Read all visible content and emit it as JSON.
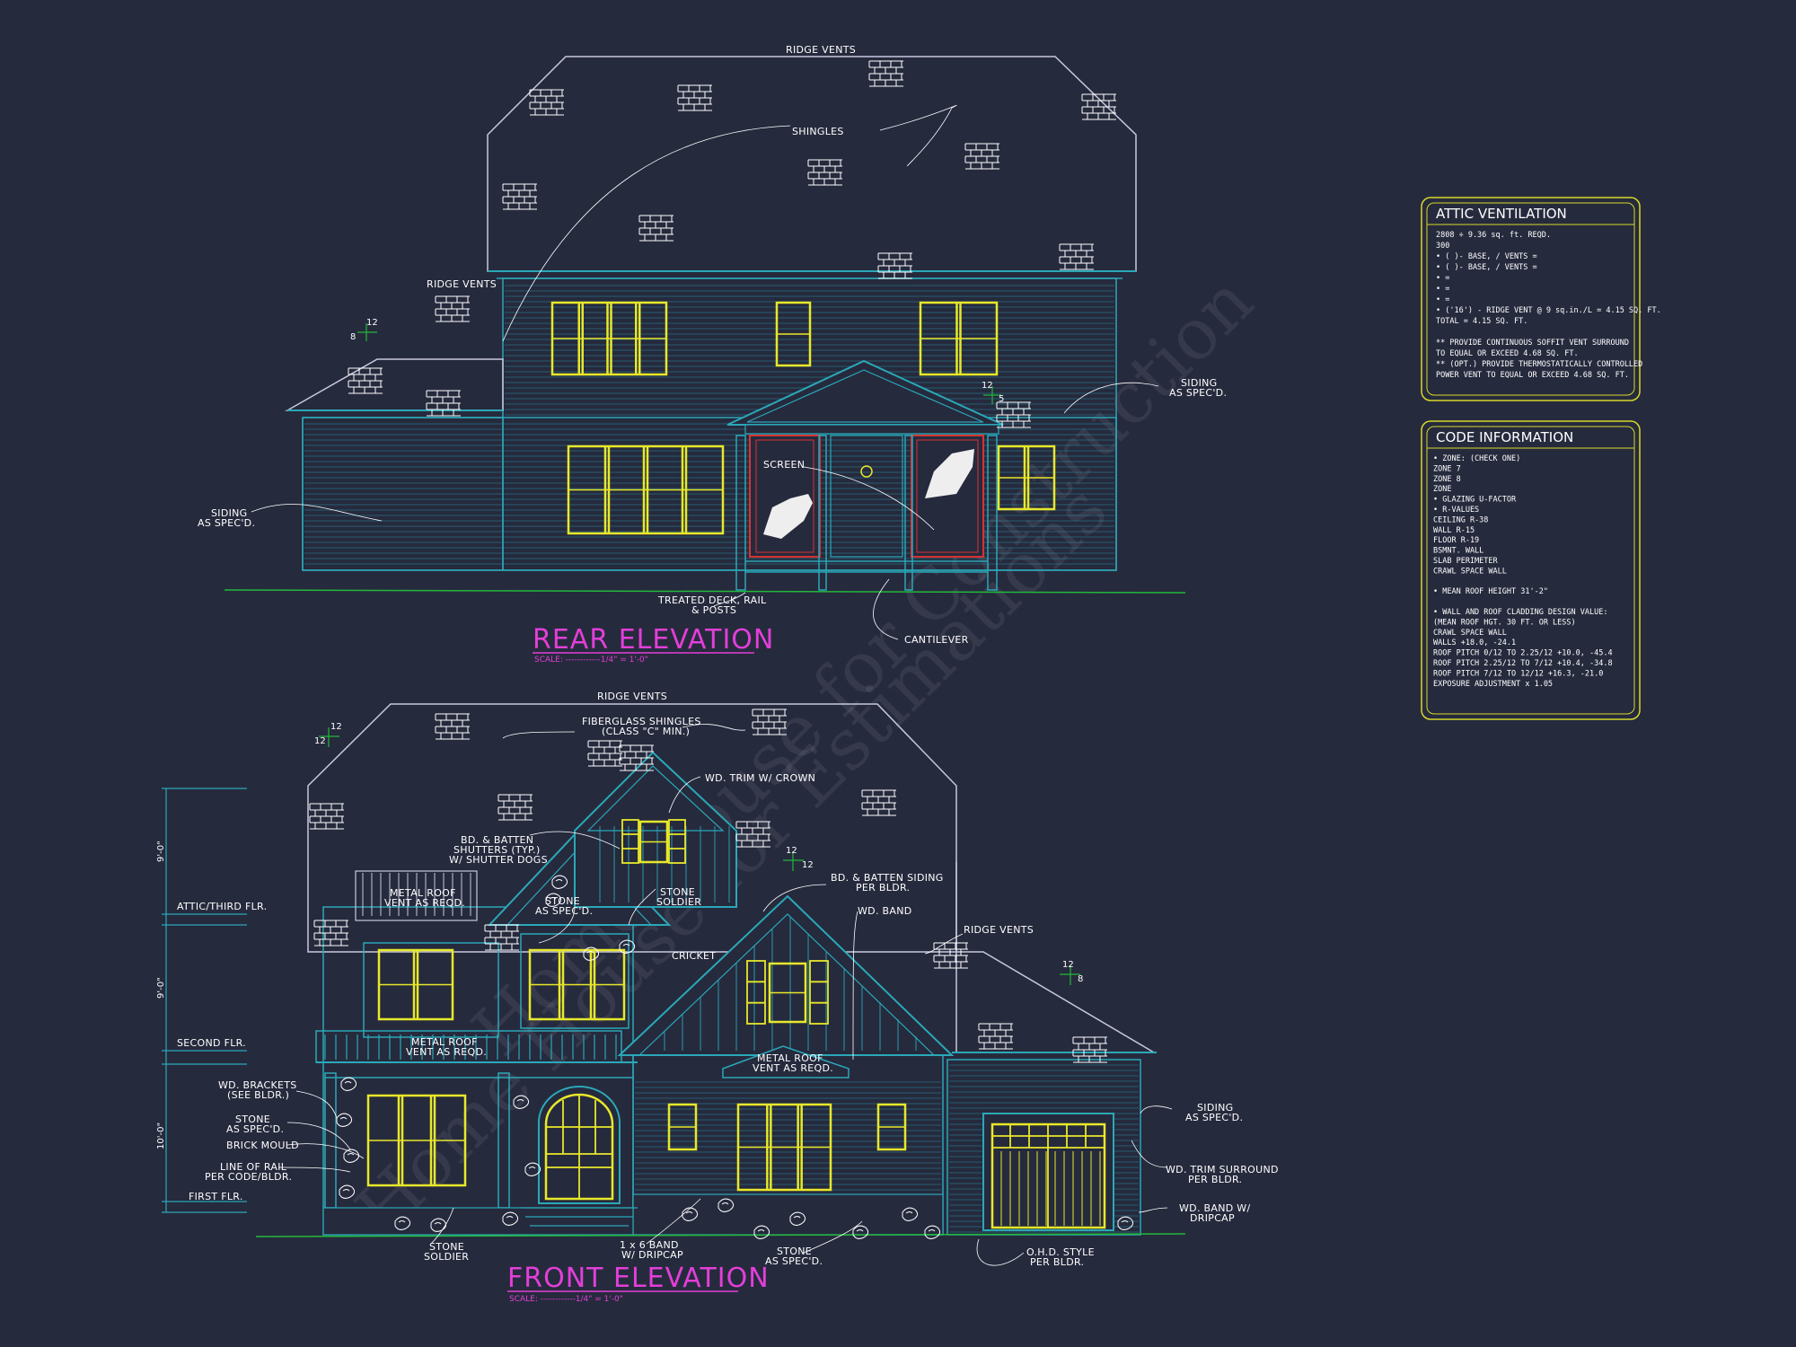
{
  "colors": {
    "background": "#262a3d",
    "wall": "#2aa8b8",
    "window": "#e8e82a",
    "annotation": "#ffffff",
    "title": "#e23fd8",
    "ground": "#22b83a",
    "door_red": "#d83232",
    "box_border": "#d8d82a"
  },
  "rear_elevation": {
    "title": "REAR ELEVATION",
    "scale": "SCALE: ------------1/4\" = 1'-0\"",
    "labels": {
      "ridge_vents_top": "RIDGE VENTS",
      "shingles": "SHINGLES",
      "ridge_vents_left": "RIDGE VENTS",
      "siding_right_1": "SIDING",
      "siding_right_2": "AS SPEC'D.",
      "siding_left_1": "SIDING",
      "siding_left_2": "AS SPEC'D.",
      "screen": "SCREEN",
      "deck_1": "TREATED DECK, RAIL",
      "deck_2": "& POSTS",
      "cantilever": "CANTILEVER"
    },
    "pitch_a": "12",
    "pitch_b": "8",
    "pitch_c": "12",
    "pitch_d": "5"
  },
  "front_elevation": {
    "title": "FRONT ELEVATION",
    "scale": "SCALE: ------------1/4\" = 1'-0\"",
    "labels": {
      "ridge_vents_top": "RIDGE VENTS",
      "fiberglass_1": "FIBERGLASS SHINGLES",
      "fiberglass_2": "(CLASS \"C\" MIN.)",
      "wd_trim": "WD. TRIM W/ CROWN",
      "bd_batten_1": "BD. & BATTEN",
      "bd_batten_2": "SHUTTERS (TYP.)",
      "bd_batten_3": "W/ SHUTTER DOGS",
      "metal_roof_1a": "METAL ROOF",
      "metal_roof_1b": "VENT AS REQD.",
      "stone_soldier_1": "STONE",
      "stone_soldier_2": "SOLDIER",
      "stone_spec_1": "STONE",
      "stone_spec_2": "AS SPEC'D.",
      "bd_siding_1": "BD. & BATTEN SIDING",
      "bd_siding_2": "PER BLDR.",
      "wd_band": "WD. BAND",
      "cricket": "CRICKET",
      "ridge_vents_right": "RIDGE VENTS",
      "metal_roof_2a": "METAL ROOF",
      "metal_roof_2b": "VENT AS REQD.",
      "metal_roof_3a": "METAL ROOF",
      "metal_roof_3b": "VENT AS REQD.",
      "wd_brackets_1": "WD. BRACKETS",
      "wd_brackets_2": "(SEE BLDR.)",
      "stone_left_1": "STONE",
      "stone_left_2": "AS SPEC'D.",
      "brick_mould": "BRICK MOULD",
      "line_rail_1": "LINE OF RAIL",
      "line_rail_2": "PER CODE/BLDR.",
      "siding_r_1": "SIDING",
      "siding_r_2": "AS SPEC'D.",
      "wd_trim_surround_1": "WD. TRIM SURROUND",
      "wd_trim_surround_2": "PER BLDR.",
      "wd_band_drip_1": "WD. BAND W/",
      "wd_band_drip_2": "DRIPCAP",
      "stone_soldier_b1": "STONE",
      "stone_soldier_b2": "SOLDIER",
      "band_1": "1 x 6 BAND",
      "band_2": "W/ DRIPCAP",
      "stone_b1": "STONE",
      "stone_b2": "AS SPEC'D.",
      "ohd_1": "O.H.D. STYLE",
      "ohd_2": "PER BLDR."
    },
    "levels": {
      "attic": "ATTIC/THIRD FLR.",
      "second": "SECOND FLR.",
      "first": "FIRST FLR.",
      "dim_top": "9'-0\"",
      "dim_mid": "9'-0\"",
      "dim_bot": "10'-0\""
    },
    "pitch_left_a": "12",
    "pitch_left_b": "12",
    "pitch_mid_a": "12",
    "pitch_mid_b": "12",
    "pitch_right_a": "12",
    "pitch_right_b": "8"
  },
  "attic_ventilation": {
    "title": "ATTIC VENTILATION",
    "lines": [
      "2808 ÷ 9.36 sq. ft. REQD.",
      "300",
      "• ( )-      BASE,  /  VENTS  =",
      "• ( )-      BASE,  /  VENTS  =",
      "•                          =",
      "•                          =",
      "•                          =",
      "• ('16') - RIDGE VENT @ 9 sq.in./L = 4.15 SQ. FT.",
      "                          TOTAL    = 4.15 SQ. FT.",
      "",
      "** PROVIDE CONTINUOUS SOFFIT VENT SURROUND",
      "   TO EQUAL OR EXCEED  4.68 SQ. FT.",
      "** (OPT.) PROVIDE THERMOSTATICALLY CONTROLLED",
      "   POWER VENT TO EQUAL OR EXCEED 4.68 SQ. FT."
    ]
  },
  "code_information": {
    "title": "CODE INFORMATION",
    "lines": [
      "• ZONE: (CHECK ONE)",
      "      ZONE 7",
      "      ZONE 8",
      "      ZONE",
      "• GLAZING U-FACTOR",
      "• R-VALUES",
      "    CEILING          R-38",
      "    WALL             R-15",
      "    FLOOR            R-19",
      "    BSMNT. WALL",
      "    SLAB PERIMETER",
      "    CRAWL SPACE WALL",
      "",
      "• MEAN ROOF HEIGHT  31'-2\"",
      "",
      "• WALL AND ROOF CLADDING DESIGN VALUE:",
      "  (MEAN ROOF HGT. 30 FT. OR LESS)",
      "    CRAWL SPACE WALL",
      "    WALLS                      +18.0, -24.1",
      "    ROOF PITCH 0/12 TO 2.25/12  +10.0, -45.4",
      "    ROOF PITCH 2.25/12 TO 7/12  +10.4, -34.8",
      "    ROOF PITCH 7/12 TO 12/12    +16.3, -21.0",
      "    EXPOSURE ADJUSTMENT          x 1.05"
    ]
  },
  "watermark": {
    "line_1": "Home House for Estimations",
    "line_2": "Home House for Construction"
  }
}
